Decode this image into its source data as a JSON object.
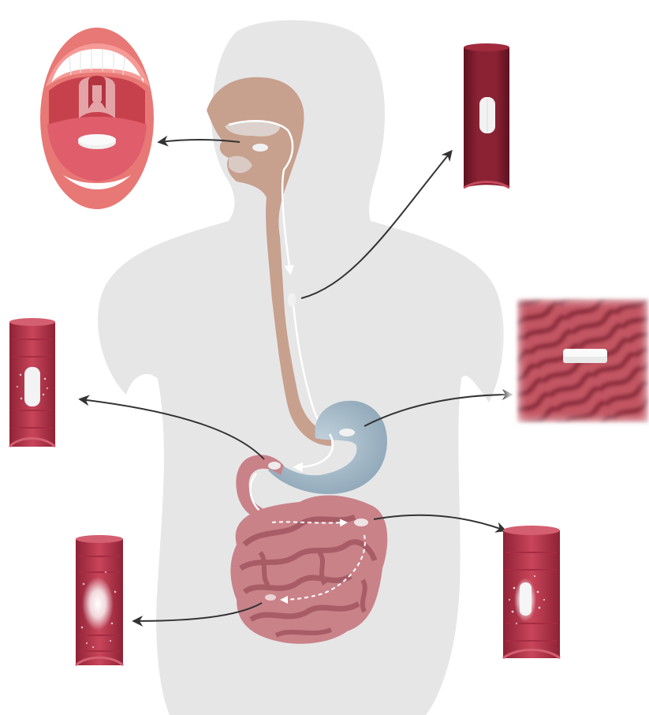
{
  "diagram": {
    "labels": [],
    "colors": {
      "body_silhouette": "#e6e6e7",
      "esophagus": "#c7a08e",
      "stomach": "#a3b8c6",
      "intestine": "#c98288",
      "mouth_outer": "#e87875",
      "tissue_red": "#b8384e",
      "vessel_dark": "#7e1d2c",
      "pill": "#f1f1f1",
      "arrow": "#333333"
    },
    "panels": [
      {
        "id": "mouth",
        "icon": "open-mouth-with-pill"
      },
      {
        "id": "esophagus-tube",
        "icon": "intact-pill-in-tube"
      },
      {
        "id": "stomach-closeup",
        "icon": "pill-on-stomach-lining"
      },
      {
        "id": "duodenum-tube",
        "icon": "pill-starting-to-dissolve"
      },
      {
        "id": "small-intestine-tube",
        "icon": "pill-dissolving-in-intestine"
      },
      {
        "id": "ileum-tube",
        "icon": "pill-fully-dissolved-glow"
      }
    ]
  }
}
